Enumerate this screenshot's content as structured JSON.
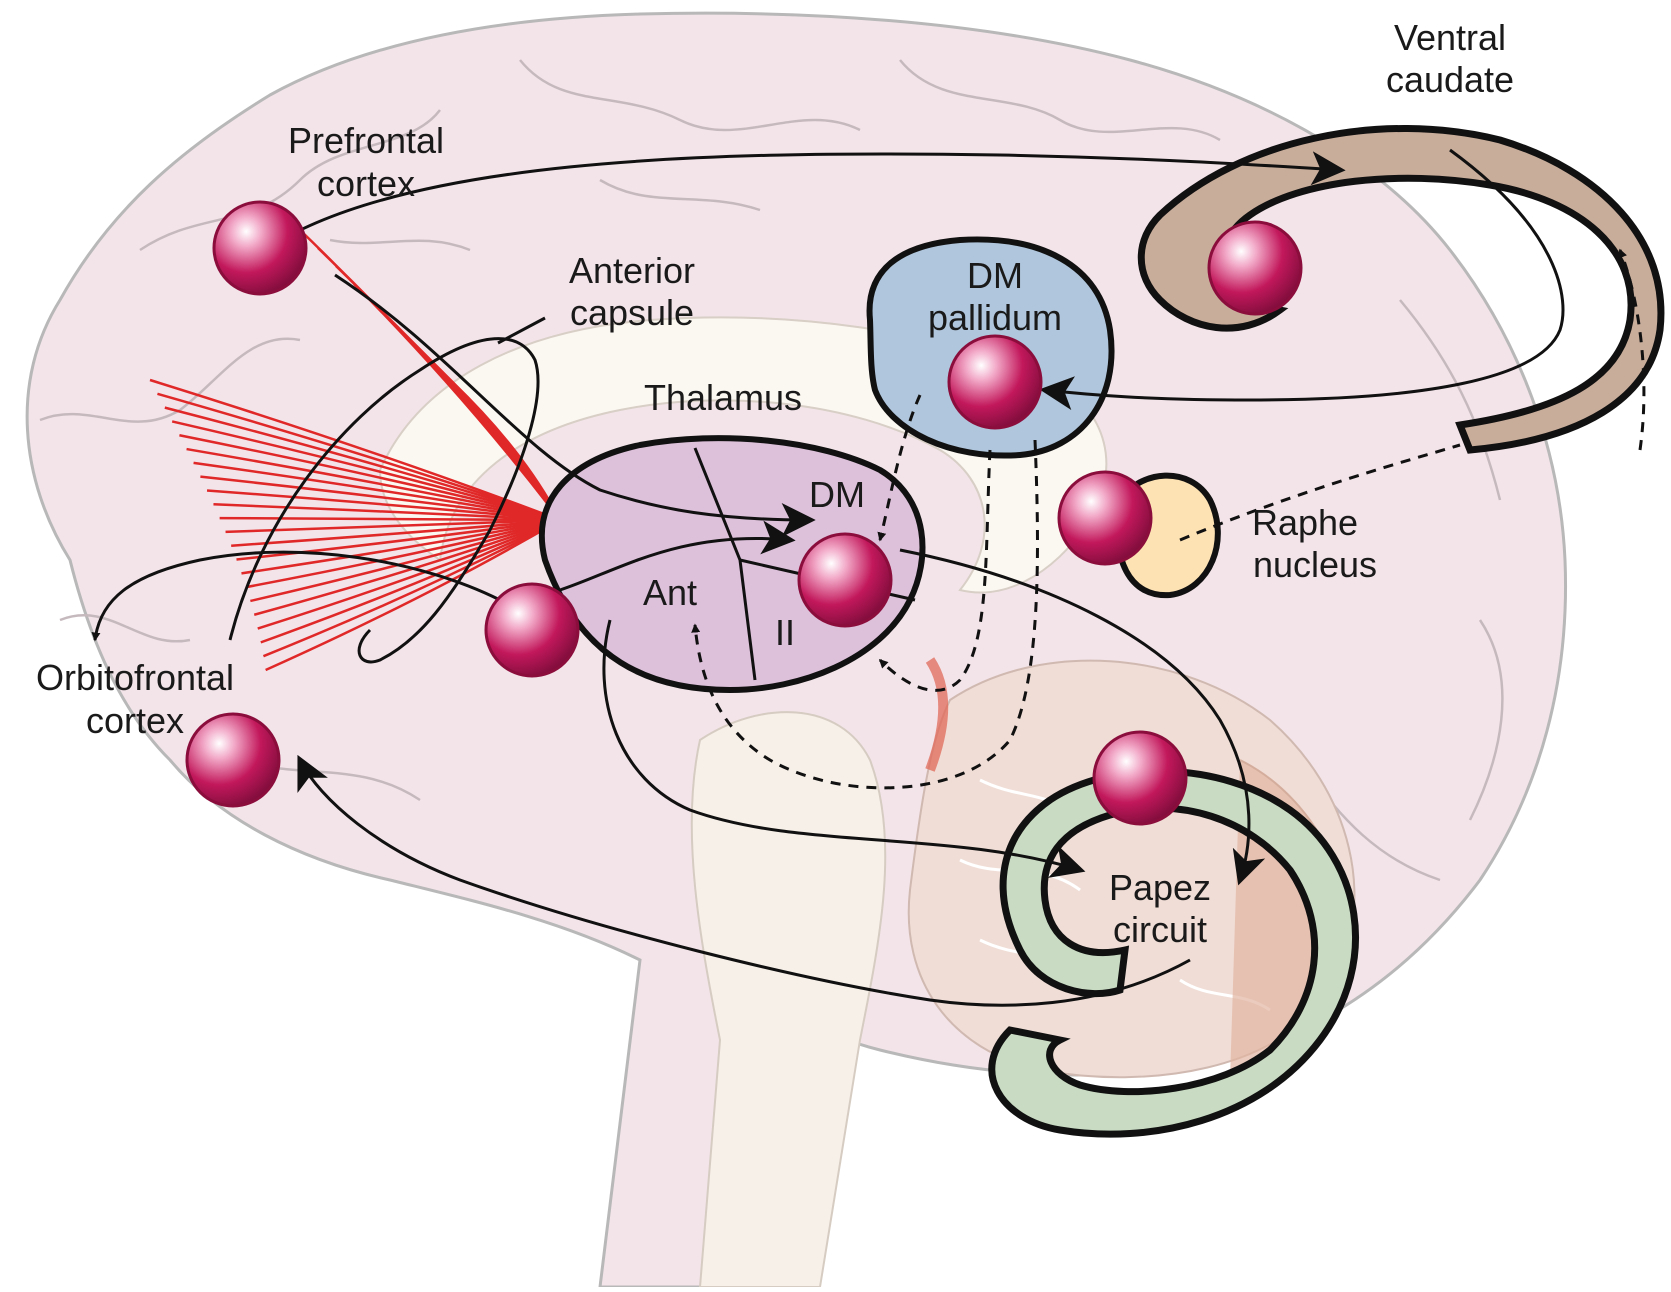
{
  "labels": {
    "prefrontal_1": "Prefrontal",
    "prefrontal_2": "cortex",
    "ventral_1": "Ventral",
    "ventral_2": "caudate",
    "anterior_1": "Anterior",
    "anterior_2": "capsule",
    "dm_pallidum_1": "DM",
    "dm_pallidum_2": "pallidum",
    "thalamus": "Thalamus",
    "dm": "DM",
    "ant": "Ant",
    "ii": "II",
    "raphe_1": "Raphe",
    "raphe_2": "nucleus",
    "orbitofrontal_1": "Orbitofrontal",
    "orbitofrontal_2": "cortex",
    "papez_1": "Papez",
    "papez_2": "circuit"
  },
  "colors": {
    "brain_fill": "#f3e4e9",
    "brain_outline": "#b8b8b8",
    "thalamus_fill": "#ddc0da",
    "pallidum_fill": "#b0c6dc",
    "caudate_fill": "#c9ad9b",
    "raphe_fill": "#fde2b4",
    "hippocampus_fill": "#c9dcc3",
    "neuron": "#c2185b",
    "fibers": "#e03030",
    "paths": "#111111"
  }
}
